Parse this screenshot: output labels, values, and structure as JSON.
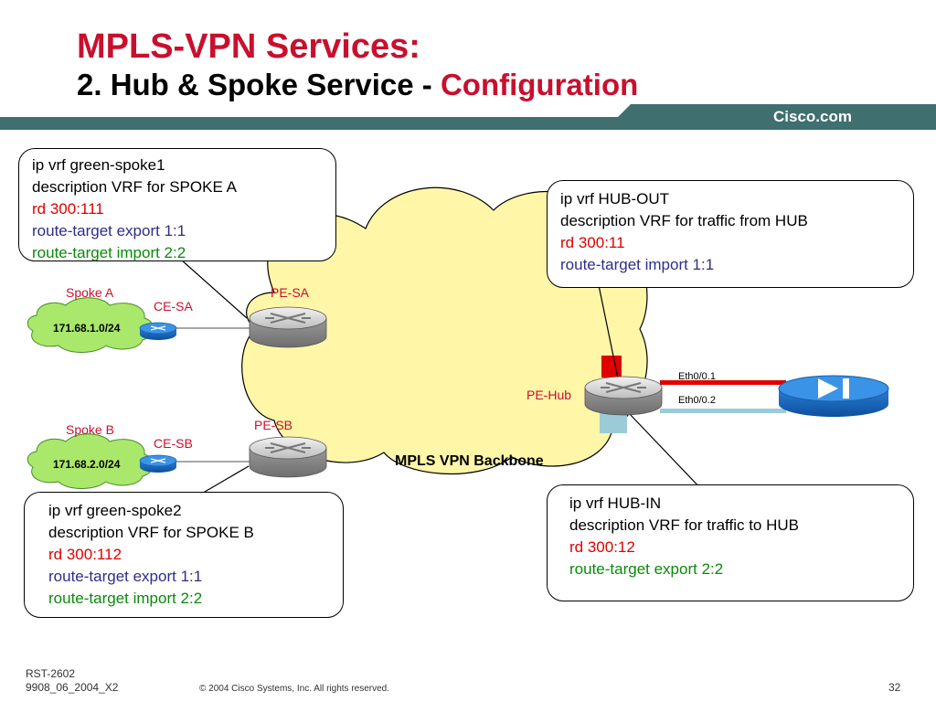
{
  "title": {
    "line1": "MPLS-VPN Services:",
    "line2_prefix": "2. Hub & Spoke Service - ",
    "line2_accent": "Configuration"
  },
  "brand": "Cisco.com",
  "colors": {
    "accent": "#c8102e",
    "band": "#3f6f6f",
    "cloud": "#fff6a8",
    "spoke": "#a9e86a"
  },
  "labels": {
    "spoke_a": "Spoke A",
    "spoke_b": "Spoke B",
    "ce_sa": "CE-SA",
    "ce_sb": "CE-SB",
    "pe_sa": "PE-SA",
    "pe_sb": "PE-SB",
    "pe_hub": "PE-Hub",
    "net_a": "171.68.1.0/24",
    "net_b": "171.68.2.0/24",
    "eth1": "Eth0/0.1",
    "eth2": "Eth0/0.2",
    "backbone": "MPLS VPN Backbone"
  },
  "configs": {
    "spoke1": {
      "vrf": "ip vrf green-spoke1",
      "desc": "description VRF for SPOKE A",
      "rd": "rd 300:111",
      "export": "route-target export  1:1",
      "import": "route-target import  2:2"
    },
    "hub_out": {
      "vrf": "ip vrf HUB-OUT",
      "desc": "description VRF for traffic from HUB",
      "rd": "rd 300:11",
      "import": "route-target import  1:1"
    },
    "spoke2": {
      "vrf": "ip vrf green-spoke2",
      "desc": "description VRF for SPOKE B",
      "rd": "rd 300:112",
      "export": "route-target export  1:1",
      "import": "route-target import  2:2"
    },
    "hub_in": {
      "vrf": "ip vrf HUB-IN",
      "desc": "description VRF for traffic to HUB",
      "rd": "rd 300:12",
      "export": "route-target export  2:2"
    }
  },
  "footer": {
    "code1": "RST-2602",
    "code2": "9908_06_2004_X2",
    "copyright": "© 2004 Cisco Systems, Inc. All rights reserved.",
    "page": "32"
  },
  "icons": [
    "router-icon",
    "switch-icon",
    "hub-device-icon"
  ]
}
